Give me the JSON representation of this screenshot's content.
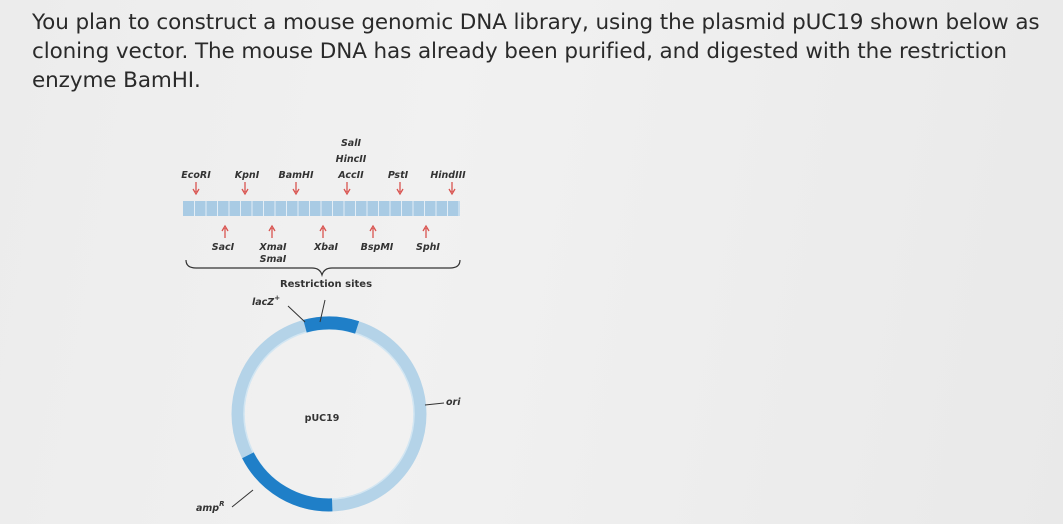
{
  "question": {
    "text": "You plan to construct a mouse genomic DNA library, using the plasmid pUC19 shown below as cloning vector. The mouse DNA has already been purified, and digested with the restriction enzyme BamHI."
  },
  "figure": {
    "top_sites": [
      {
        "lines": [
          "EcoRI"
        ]
      },
      {
        "lines": [
          "KpnI"
        ]
      },
      {
        "lines": [
          "BamHI"
        ]
      },
      {
        "lines": [
          "SalI",
          "HincII",
          "AccII"
        ]
      },
      {
        "lines": [
          "PstI"
        ]
      },
      {
        "lines": [
          "HindIII"
        ]
      }
    ],
    "bottom_sites": [
      {
        "lines": [
          "SacI"
        ]
      },
      {
        "lines": [
          "XmaI",
          "SmaI"
        ]
      },
      {
        "lines": [
          "XbaI"
        ]
      },
      {
        "lines": [
          "BspMI"
        ]
      },
      {
        "lines": [
          "SphI"
        ]
      }
    ],
    "restriction_label": "Restriction sites",
    "lacz_label": "lacZ",
    "lacz_sup": "+",
    "plasmid_label": "pUC19",
    "ori_label": "ori",
    "amp_label": "amp",
    "amp_sup": "R",
    "colors": {
      "arrow": "#d9534f",
      "ring_light": "#b4d3e8",
      "ring_dark": "#1f7fc8",
      "mcs_bar": "#a9cbe4",
      "line": "#333333"
    }
  }
}
